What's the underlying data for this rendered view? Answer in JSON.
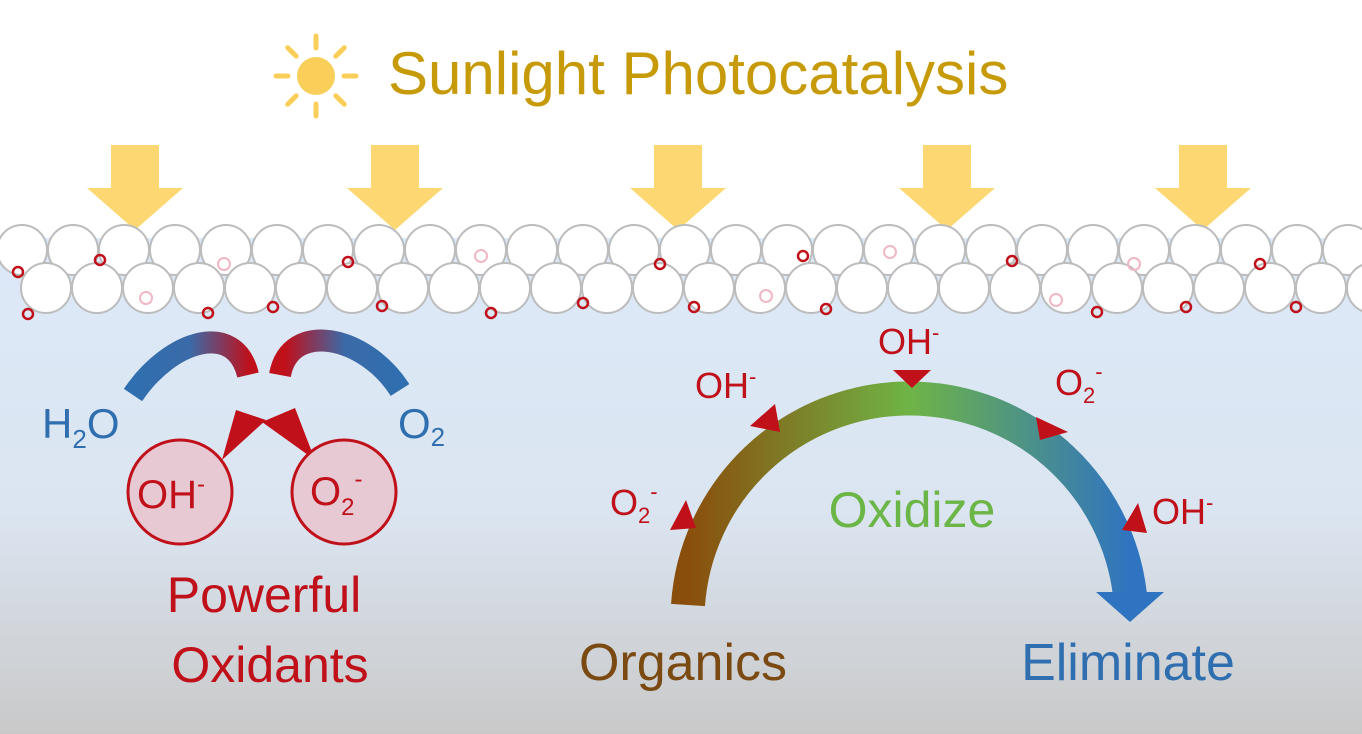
{
  "title": "Sunlight Photocatalysis",
  "colors": {
    "title": "#c79a0a",
    "sun": "#f9cf5a",
    "arrow": "#fdd872",
    "water_top": "#dbe9f8",
    "water_bottom": "#cbcbcb",
    "red": "#c0101a",
    "blue": "#2f6fb0",
    "green": "#6cb547",
    "brown": "#7a4a12"
  },
  "left": {
    "reactant_water": {
      "base": "H",
      "sub": "2",
      "tail": "O"
    },
    "reactant_oxygen": {
      "base": "O",
      "sub": "2"
    },
    "product_hydroxyl": {
      "base": "OH",
      "sup": "-"
    },
    "product_superoxide": {
      "base": "O",
      "sub": "2",
      "sup": "-"
    },
    "caption_line1": "Powerful",
    "caption_line2": "Oxidants"
  },
  "right": {
    "center_label": "Oxidize",
    "start_label": "Organics",
    "end_label": "Eliminate",
    "attackers": [
      {
        "base": "O",
        "sub": "2",
        "sup": "-"
      },
      {
        "base": "OH",
        "sup": "-"
      },
      {
        "base": "OH",
        "sup": "-"
      },
      {
        "base": "O",
        "sub": "2",
        "sup": "-"
      },
      {
        "base": "OH",
        "sup": "-"
      }
    ]
  },
  "icons": {
    "sun": "sun-icon",
    "sunlight_arrow": "down-arrow-icon",
    "particle": "catalyst-particle-icon"
  }
}
